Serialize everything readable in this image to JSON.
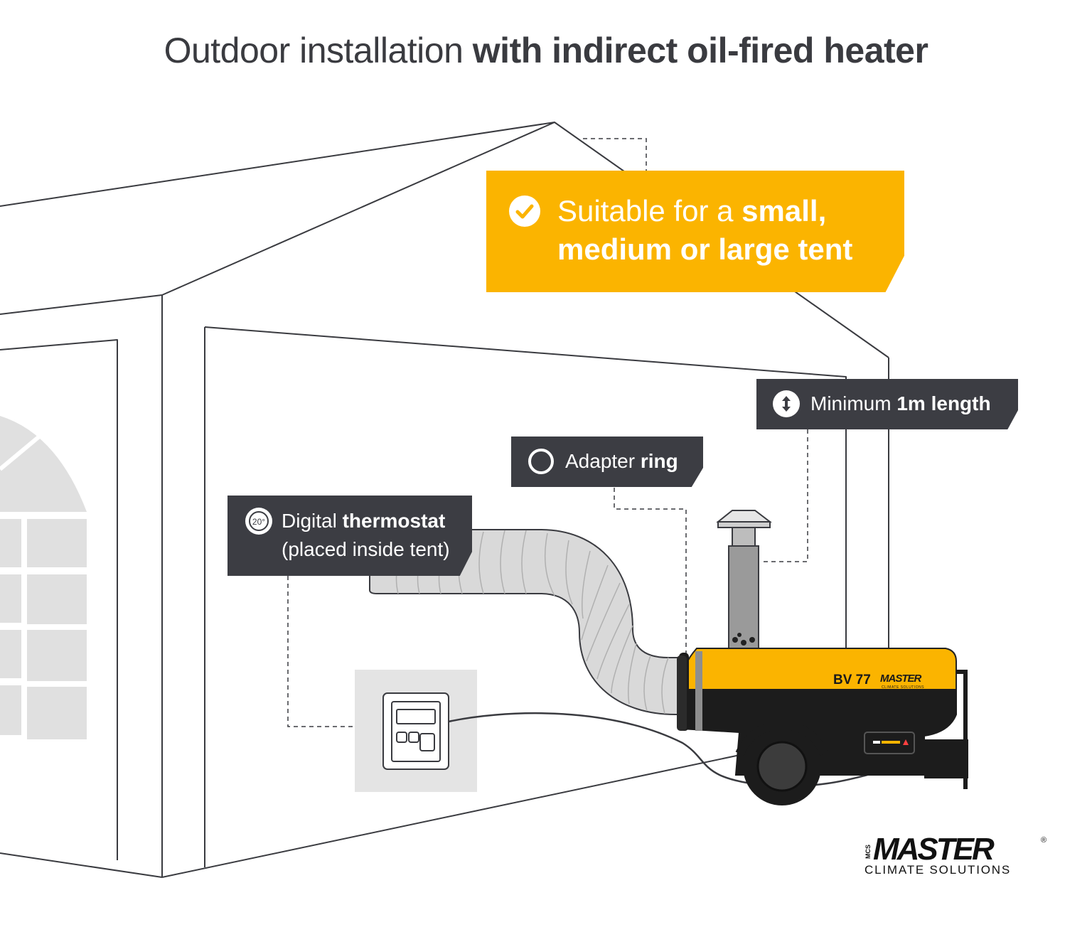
{
  "title": {
    "light": "Outdoor installation",
    "bold": "with indirect oil-fired heater"
  },
  "callouts": {
    "tent_size": {
      "light": "Suitable for a",
      "bold_1": "small,",
      "bold_2": "medium or large tent",
      "icon": "check-circle-icon"
    },
    "min_length": {
      "light": "Minimum",
      "bold": "1m length",
      "icon": "vertical-arrows-icon"
    },
    "adapter": {
      "light": "Adapter",
      "bold": "ring",
      "icon": "ring-icon"
    },
    "thermostat": {
      "light": "Digital",
      "bold": "thermostat",
      "sub": "(placed inside tent)",
      "icon": "thermostat-icon",
      "icon_text": "20°"
    }
  },
  "heater": {
    "model": "BV 77",
    "brand": "MASTER",
    "brand_sub": "CLIMATE SOLUTIONS"
  },
  "logo": {
    "prefix": "MCS",
    "name": "MASTER",
    "reg": "®",
    "tagline": "CLIMATE SOLUTIONS"
  },
  "colors": {
    "accent": "#fbb400",
    "dark": "#3c3d43",
    "outline": "#3a3b40",
    "hose": "#d5d5d5",
    "window": "#e0e0e0"
  }
}
